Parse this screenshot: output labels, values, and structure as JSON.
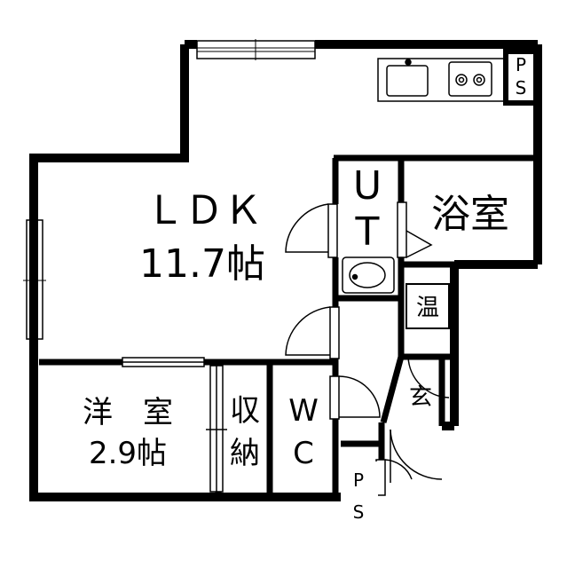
{
  "rooms": {
    "ldk": {
      "name": "ＬＤＫ",
      "size": "11.7帖"
    },
    "western": {
      "name": "洋　室",
      "size": "2.9帖"
    },
    "storage": {
      "line1": "収",
      "line2": "納"
    },
    "wc": {
      "line1": "W",
      "line2": "C"
    },
    "ut": {
      "line1": "U",
      "line2": "T"
    },
    "bath": {
      "name": "浴室"
    },
    "water_heater": {
      "name": "温"
    },
    "entrance": {
      "name": "玄"
    }
  },
  "pipe_space": {
    "top": {
      "line1": "P",
      "line2": "S"
    },
    "bottom": {
      "line1": "P",
      "line2": "S"
    }
  }
}
